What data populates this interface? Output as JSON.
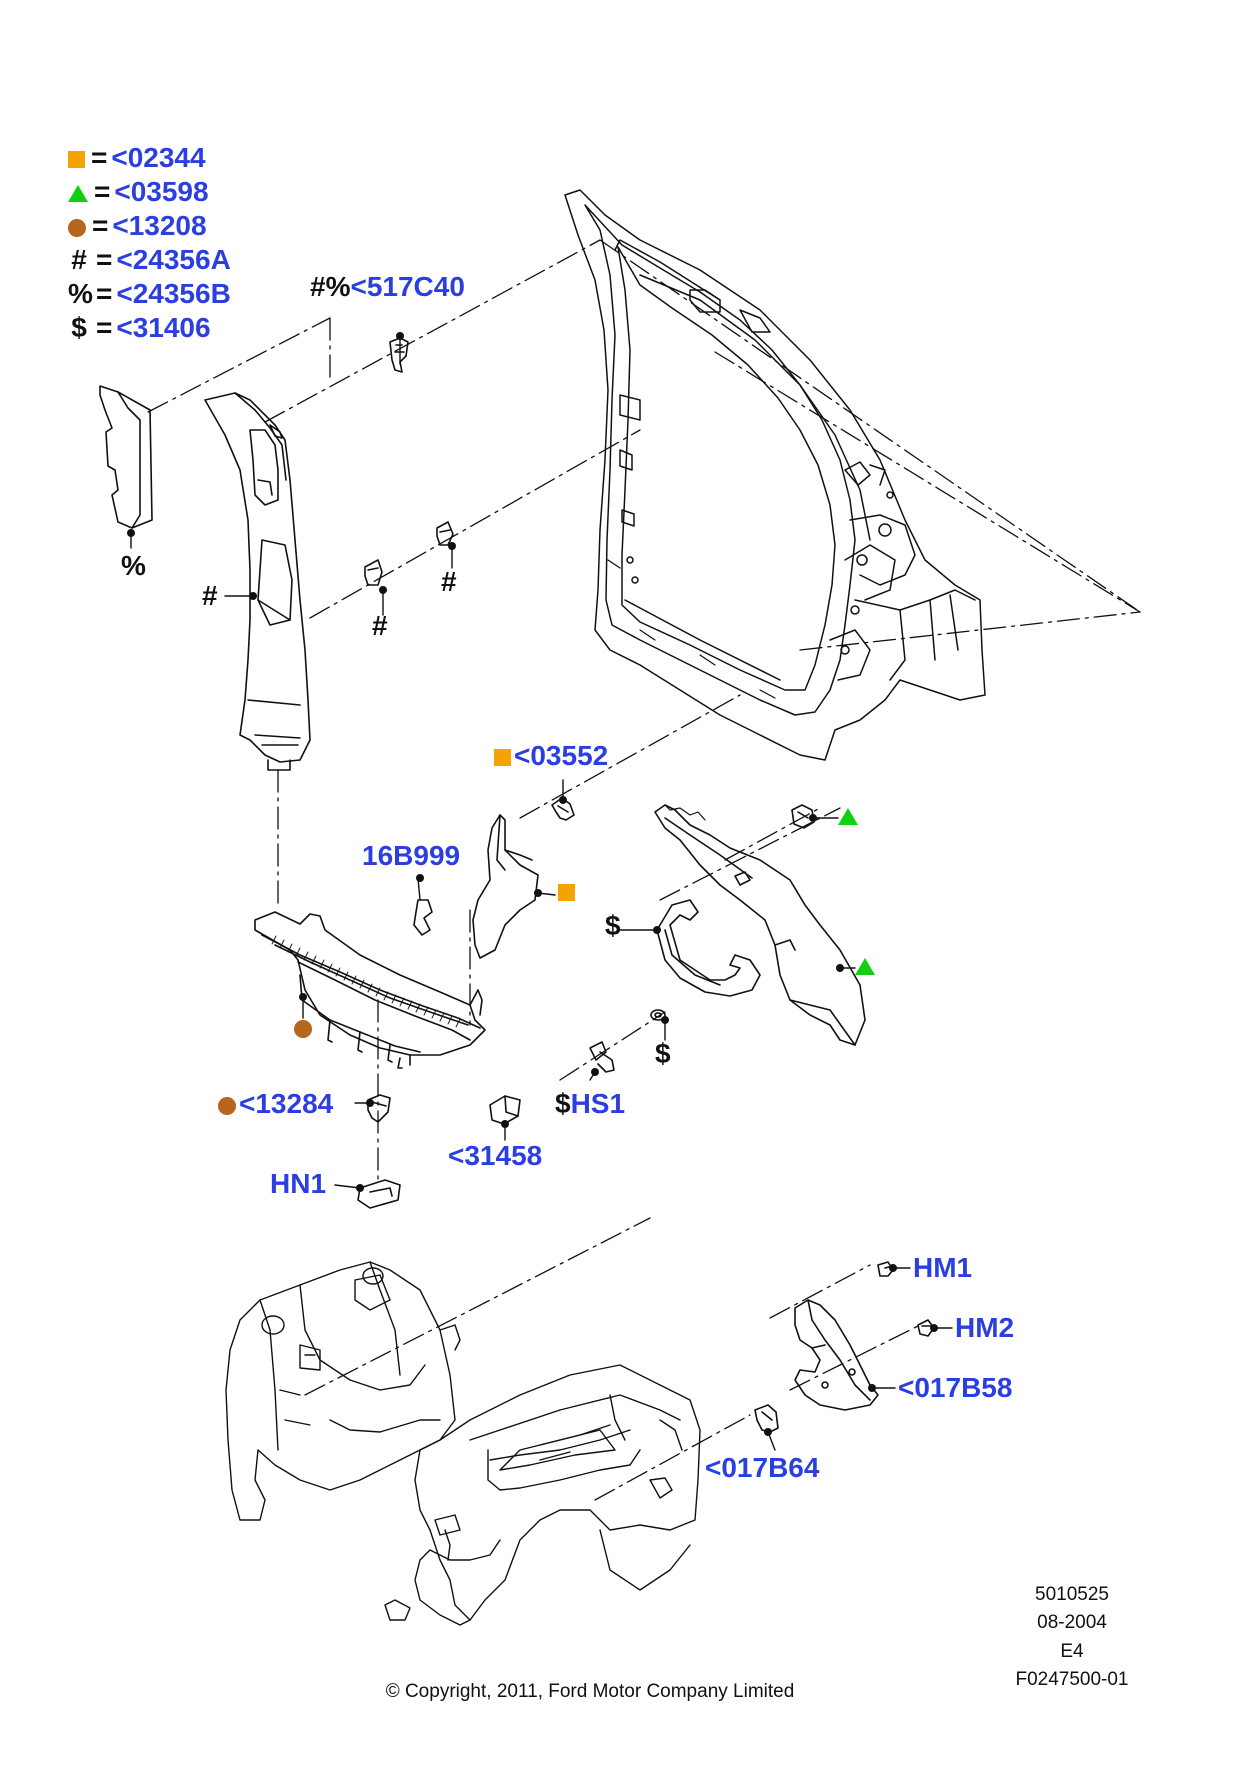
{
  "colors": {
    "callout_blue": "#2b3fe0",
    "marker_orange": "#f5a300",
    "marker_green": "#10d010",
    "marker_brown": "#b8651e",
    "line_black": "#111111"
  },
  "legend": [
    {
      "marker": "orange-square",
      "symbol": "",
      "eq": "=",
      "code": "<02344"
    },
    {
      "marker": "green-triangle",
      "symbol": "",
      "eq": "=",
      "code": "<03598"
    },
    {
      "marker": "brown-circle",
      "symbol": "",
      "eq": "=",
      "code": "<13208"
    },
    {
      "marker": "",
      "symbol": "#",
      "eq": "=",
      "code": "<24356A"
    },
    {
      "marker": "",
      "symbol": "%",
      "eq": "=",
      "code": "<24356B"
    },
    {
      "marker": "",
      "symbol": "$",
      "eq": "=",
      "code": "<31406"
    }
  ],
  "callouts": {
    "c517c40_prefix": "#%",
    "c517c40": "<517C40",
    "c03552": "<03552",
    "c16b999": "16B999",
    "c13284": "<13284",
    "hs1_prefix": "$",
    "hs1": "HS1",
    "c31458": "<31458",
    "hn1": "HN1",
    "hm1": "HM1",
    "hm2": "HM2",
    "c017b58": "<017B58",
    "c017b64": "<017B64"
  },
  "symbol_labels": {
    "percent_label": "%",
    "hash_pillar": "#",
    "hash_clip_a": "#",
    "hash_clip_b": "#",
    "dollar_handle": "$",
    "dollar_washer": "$"
  },
  "info_block": {
    "line1": "5010525",
    "line2": "08-2004",
    "line3": "E4",
    "line4": "F0247500-01"
  },
  "copyright": "© Copyright, 2011, Ford Motor Company Limited"
}
